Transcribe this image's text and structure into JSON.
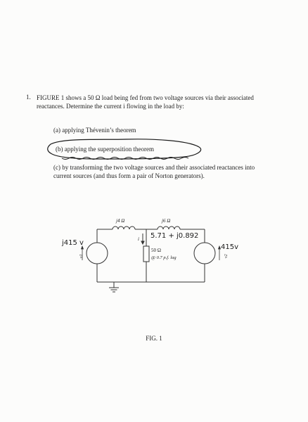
{
  "question": {
    "number": "1.",
    "text": "FIGURE 1 shows a 50 Ω load being fed from two voltage sources via their associated reactances. Determine the current i flowing in the load by:",
    "options": [
      {
        "label": "(a)",
        "text": "applying Thévenin’s theorem"
      },
      {
        "label": "(b)",
        "text": "applying the superposition theorem"
      },
      {
        "label": "(c)",
        "text": "by transforming the two voltage sources and their associated reactances into current sources (and thus form a pair of Norton generators)."
      }
    ]
  },
  "circuit": {
    "inductor_left_label": "j4 Ω",
    "inductor_right_label": "j6 Ω",
    "load_label": "50 Ω",
    "load_pf_label": "@ 0.7 p.f. lag",
    "current_label": "i",
    "source_left_label": "v1",
    "source_right_label": "v2",
    "handwritten_impedance": "5.71 + j0.892",
    "handwritten_v1": "j415 v",
    "handwritten_v2": "415v"
  },
  "figure": {
    "caption": "FIG. 1"
  },
  "colors": {
    "ink": "#222222",
    "pen": "#1a1a1a",
    "paper": "#fcfcfb"
  }
}
